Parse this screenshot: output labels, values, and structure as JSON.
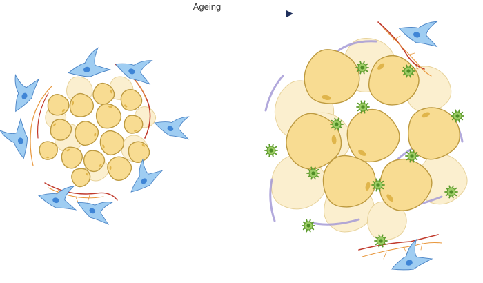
{
  "arrow": {
    "label": "Ageing"
  },
  "colors": {
    "arrow_start": "#c9d2e6",
    "arrow_end": "#1f2f5c",
    "adipocyte_fill": "#f8dc92",
    "adipocyte_stroke": "#bd9a40",
    "adipocyte_lipid": "#e0b54b",
    "adipocyte_back_fill": "#fbefcf",
    "fibroblast_fill": "#9fcdf2",
    "fibroblast_stroke": "#4f87c7",
    "fibroblast_nucleus": "#3f85d6",
    "vessel_red": "#c0392b",
    "vessel_orange": "#e8973c",
    "immune_fill": "#9ccc65",
    "immune_stroke": "#5d9b2c",
    "fibrosis": "#a59ad6"
  },
  "panels": [
    {
      "name": "young-adipose-tissue",
      "condition": "young"
    },
    {
      "name": "aged-adipose-tissue",
      "condition": "aged"
    }
  ]
}
